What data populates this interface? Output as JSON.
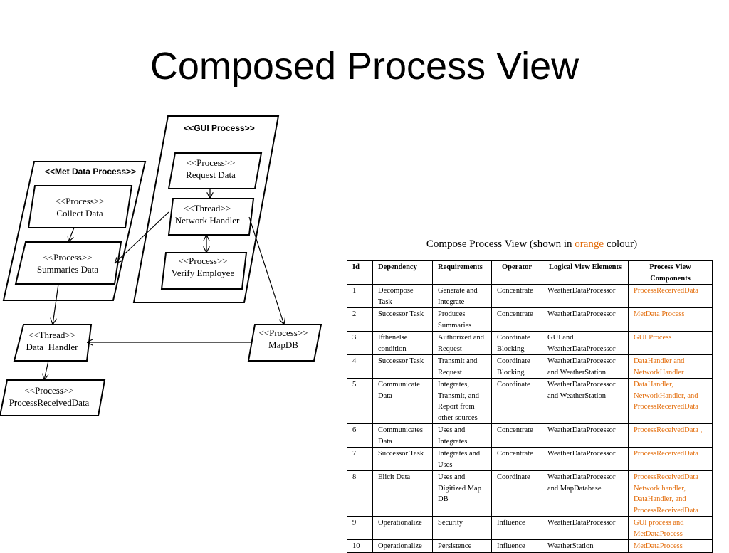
{
  "slide": {
    "title": "Composed Process View"
  },
  "diagram": {
    "gui_container_label": "<<GUI Process>>",
    "met_container_label": "<<Met Data Process>>",
    "nodes": {
      "request_data": {
        "stereotype": "<<Process>>",
        "name": "Request Data"
      },
      "network_handler": {
        "stereotype": "<<Thread>>",
        "name": "Network Handler"
      },
      "verify_employee": {
        "stereotype": "<<Process>>",
        "name": "Verify Employee"
      },
      "collect_data": {
        "stereotype": "<<Process>>",
        "name": "Collect Data"
      },
      "summaries_data": {
        "stereotype": "<<Process>>",
        "name": "Summaries Data"
      },
      "data_handler": {
        "stereotype": "<<Thread>>",
        "name": "Data  Handler"
      },
      "process_received_data": {
        "stereotype": "<<Process>>",
        "name": "ProcessReceivedData"
      },
      "mapdb": {
        "stereotype": "<<Process>>",
        "name": "MapDB"
      }
    }
  },
  "caption": {
    "prefix": "Compose Process View (shown in ",
    "highlight": "orange",
    "suffix": " colour)",
    "highlight_color": "#e36c0a"
  },
  "table": {
    "headers": [
      "Id",
      "Dependency",
      "Requirements",
      "Operator",
      "Logical View Elements",
      "Process View Components"
    ],
    "rows": [
      {
        "id": "1",
        "dependency": "Decompose Task",
        "requirements": "Generate and Integrate",
        "operator": "Concentrate",
        "logical": "WeatherDataProcessor",
        "process": "ProcessReceivedData"
      },
      {
        "id": "2",
        "dependency": "Successor Task",
        "requirements": "Produces Summaries",
        "operator": "Concentrate",
        "logical": "WeatherDataProcessor",
        "process": "MetData Process"
      },
      {
        "id": "3",
        "dependency": "Ifthenelse condition",
        "requirements": "Authorized and Request",
        "operator": "Coordinate Blocking",
        "logical": "GUI and WeatherDataProcessor",
        "process": "GUI Process"
      },
      {
        "id": "4",
        "dependency": "Successor Task",
        "requirements": "Transmit and Request",
        "operator": "Coordinate Blocking",
        "logical": "WeatherDataProcessor and WeatherStation",
        "process": "DataHandler and NetworkHandler"
      },
      {
        "id": "5",
        "dependency": "Communicate Data",
        "requirements": "Integrates, Transmit, and Report from other sources",
        "operator": "Coordinate",
        "logical": "WeatherDataProcessor and WeatherStation",
        "process": "DataHandler, NetworkHandler, and ProcessReceivedData"
      },
      {
        "id": "6",
        "dependency": "Communicates Data",
        "requirements": "Uses and Integrates",
        "operator": "Concentrate",
        "logical": "WeatherDataProcessor",
        "process": "ProcessReceivedData ,"
      },
      {
        "id": "7",
        "dependency": "Successor Task",
        "requirements": "Integrates and Uses",
        "operator": "Concentrate",
        "logical": "WeatherDataProcessor",
        "process": "ProcessReceivedData"
      },
      {
        "id": "8",
        "dependency": "Elicit Data",
        "requirements": "Uses and Digitized Map DB",
        "operator": "Coordinate",
        "logical": "WeatherDataProcessor and MapDatabase",
        "process": "ProcessReceivedData Network handler, DataHandler, and ProcessReceivedData"
      },
      {
        "id": "9",
        "dependency": "Operationalize",
        "requirements": "Security",
        "operator": "Influence",
        "logical": "WeatherDataProcessor",
        "process": "GUI process and MetDataProcess"
      },
      {
        "id": "10",
        "dependency": "Operationalize",
        "requirements": "Persistence",
        "operator": "Influence",
        "logical": "WeatherStation",
        "process": "MetDataProcess"
      }
    ]
  }
}
